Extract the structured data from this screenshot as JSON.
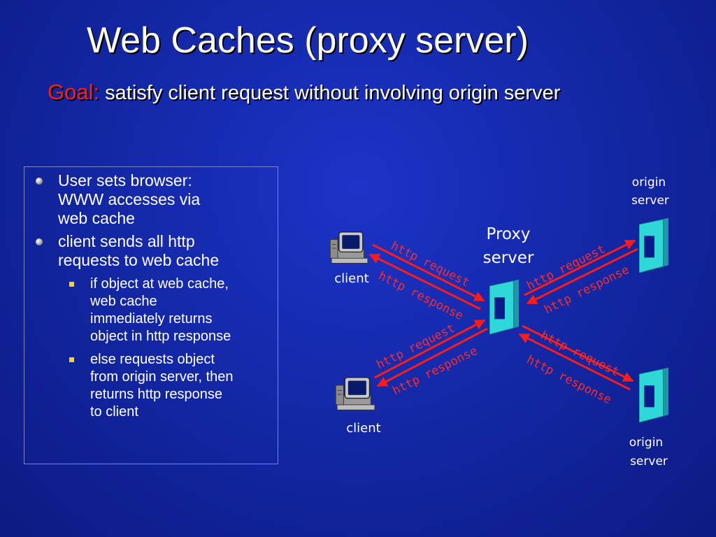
{
  "title": "Web Caches (proxy server)",
  "goal": {
    "label": "Goal:",
    "text": "satisfy client request without involving origin server"
  },
  "bullets": [
    {
      "text": "User sets browser: WWW accesses via web cache",
      "lines": [
        "User sets browser:",
        "WWW accesses via",
        "web cache"
      ]
    },
    {
      "text": "client sends all http requests to  web cache",
      "lines": [
        "client sends all http",
        "requests to  web cache"
      ],
      "sub": [
        {
          "text": "if object at web cache, web cache immediately returns object in http response",
          "lines": [
            "if object at web cache,",
            "web cache",
            "immediately returns",
            "object in http response"
          ]
        },
        {
          "text": "else requests object from origin server, then returns http response to client",
          "lines": [
            "else requests object",
            "from origin server, then",
            "returns http response",
            "to client"
          ]
        }
      ]
    }
  ],
  "diagram": {
    "proxy_label": [
      "Proxy",
      "server"
    ],
    "client_top_label": "client",
    "client_bottom_label": "client",
    "origin_top_label": [
      "origin",
      "server"
    ],
    "origin_bottom_label": [
      "origin",
      "server"
    ],
    "arrow_labels": {
      "client_top_request": "http request",
      "client_top_response": "http response",
      "origin_top_request": "http request",
      "origin_top_response": "http response",
      "client_bottom_request": "http request",
      "client_bottom_response": "http response",
      "origin_bottom_request": "http request",
      "origin_bottom_response": "http response"
    },
    "colors": {
      "arrow": "#ff1a1a",
      "server_face": "#2ed8d8",
      "server_side": "#1a9aa6",
      "server_slot": "#0a1a8c"
    }
  }
}
